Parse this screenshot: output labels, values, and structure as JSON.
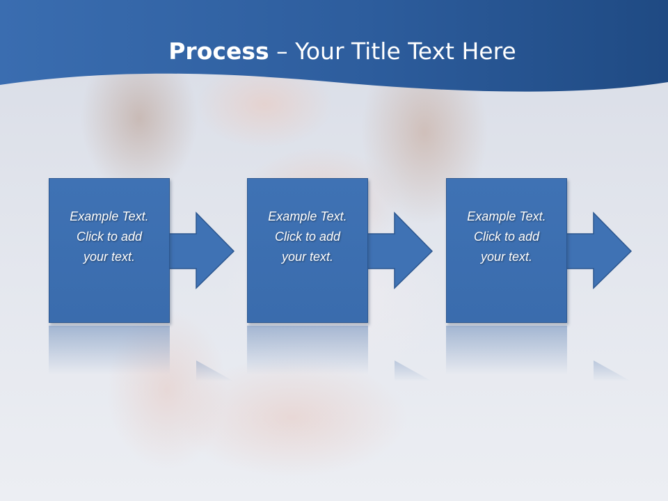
{
  "title": {
    "bold": "Process",
    "rest": " – Your Title Text Here"
  },
  "steps": [
    {
      "line1": "Example Text.",
      "line2": "Click  to add",
      "line3": "your text."
    },
    {
      "line1": "Example Text.",
      "line2": "Click  to add",
      "line3": "your text."
    },
    {
      "line1": "Example Text.",
      "line2": "Click  to add",
      "line3": "your text."
    }
  ],
  "colors": {
    "header_dark": "#1f4a83",
    "header_light": "#3a6db0",
    "box_fill": "#3f72b4",
    "box_border": "#2b568f"
  }
}
